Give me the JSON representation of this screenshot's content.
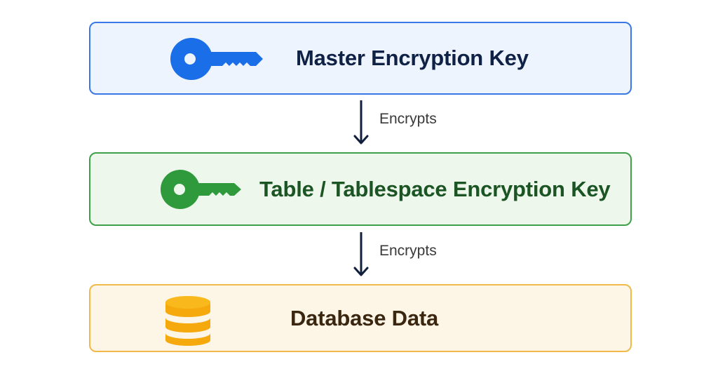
{
  "nodes": [
    {
      "id": "master",
      "label": "Master Encryption Key",
      "icon": "key-icon",
      "color": "#1a6ee8"
    },
    {
      "id": "table",
      "label": "Table / Tablespace Encryption Key",
      "icon": "key-icon",
      "color": "#2e9a3c"
    },
    {
      "id": "data",
      "label": "Database Data",
      "icon": "database-icon",
      "color": "#f5a90c"
    }
  ],
  "edges": [
    {
      "from": "master",
      "to": "table",
      "label": "Encrypts"
    },
    {
      "from": "table",
      "to": "data",
      "label": "Encrypts"
    }
  ]
}
